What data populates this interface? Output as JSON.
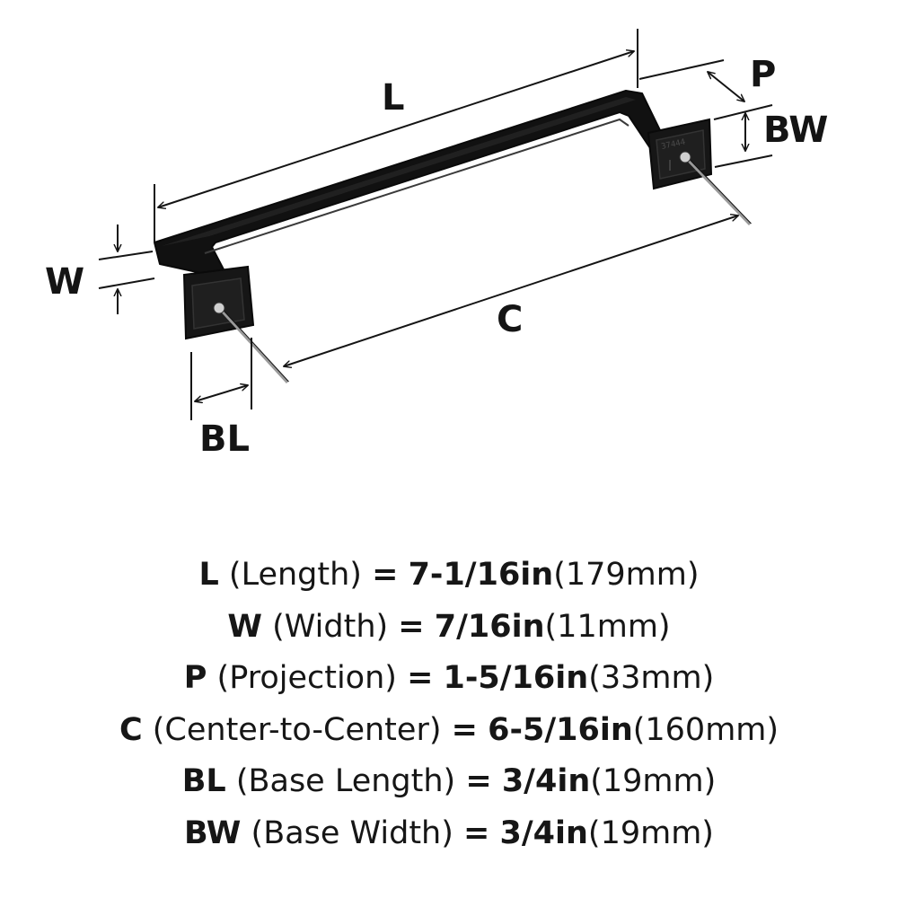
{
  "diagram": {
    "labels": {
      "L": "L",
      "P": "P",
      "BW": "BW",
      "W": "W",
      "C": "C",
      "BL": "BL"
    },
    "part_number": "37444",
    "colors": {
      "handle": "#111111",
      "handle_highlight": "#2e2e2e",
      "base_face": "#1c1c1c",
      "screw": "#9a9a9a",
      "dimension_line": "#141414"
    }
  },
  "specs": [
    {
      "abbr": "L",
      "name": "(Length)",
      "eq": "=",
      "imperial": "7-1/16in",
      "metric": "(179mm)"
    },
    {
      "abbr": "W",
      "name": "(Width)",
      "eq": "=",
      "imperial": "7/16in",
      "metric": "(11mm)"
    },
    {
      "abbr": "P",
      "name": "(Projection)",
      "eq": "=",
      "imperial": "1-5/16in",
      "metric": "(33mm)"
    },
    {
      "abbr": "C",
      "name": "(Center-to-Center)",
      "eq": "=",
      "imperial": "6-5/16in",
      "metric": "(160mm)"
    },
    {
      "abbr": "BL",
      "name": "(Base Length)",
      "eq": "=",
      "imperial": "3/4in",
      "metric": "(19mm)"
    },
    {
      "abbr": "BW",
      "name": "(Base Width)",
      "eq": "=",
      "imperial": "3/4in",
      "metric": "(19mm)"
    }
  ]
}
